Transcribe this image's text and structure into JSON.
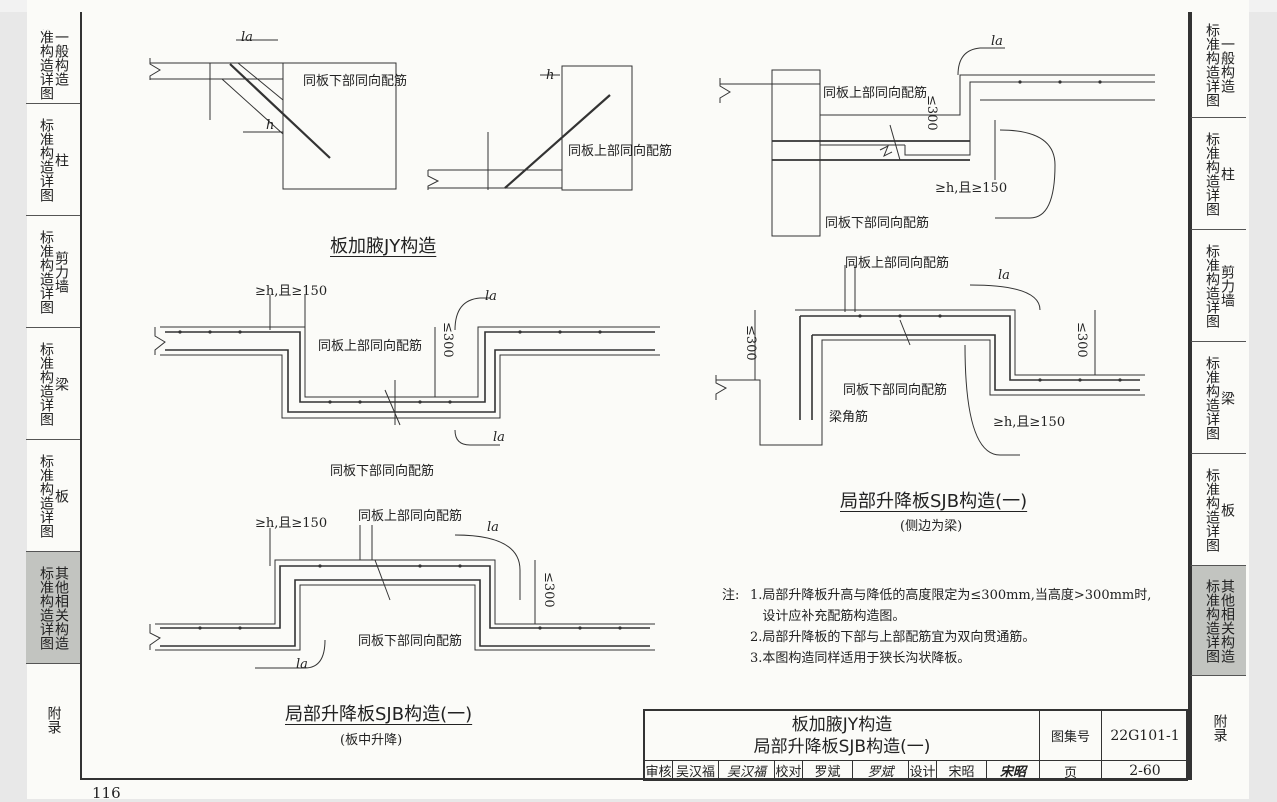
{
  "left_tabs": [
    {
      "col1": "标准构造详图",
      "col2": "一般构造",
      "active": false
    },
    {
      "col1": "标准构造详图",
      "col2": "柱",
      "active": false
    },
    {
      "col1": "标准构造详图",
      "col2": "剪力墙",
      "active": false
    },
    {
      "col1": "标准构造详图",
      "col2": "梁",
      "active": false
    },
    {
      "col1": "标准构造详图",
      "col2": "板",
      "active": false
    },
    {
      "col1": "标准构造详图",
      "col2": "其他相关构造",
      "active": true
    },
    {
      "col1": "",
      "col2": "附录",
      "active": false
    }
  ],
  "right_tabs": [
    {
      "col1": "标准构造详图",
      "col2": "一般构造",
      "active": false
    },
    {
      "col1": "标准构造详图",
      "col2": "柱",
      "active": false
    },
    {
      "col1": "标准构造详图",
      "col2": "剪力墙",
      "active": false
    },
    {
      "col1": "标准构造详图",
      "col2": "梁",
      "active": false
    },
    {
      "col1": "标准构造详图",
      "col2": "板",
      "active": false
    },
    {
      "col1": "标准构造详图",
      "col2": "其他相关构造",
      "active": true
    },
    {
      "col1": "",
      "col2": "附录",
      "active": false
    }
  ],
  "captions": {
    "jy": "板加腋JY构造",
    "sjb_mid": "局部升降板SJB构造(一)",
    "sjb_mid_sub": "(板中升降)",
    "sjb_side": "局部升降板SJB构造(一)",
    "sjb_side_sub": "(侧边为梁)"
  },
  "labels": {
    "same_bottom": "同板下部同向配筋",
    "same_top": "同板上部同向配筋",
    "beam_corner": "梁角筋",
    "ge_h_150": "≥h,且≥150",
    "le_300": "≤300",
    "la": "la",
    "h": "h"
  },
  "notes": {
    "prefix": "注:",
    "items": [
      "1.局部升降板升高与降低的高度限定为≤300mm,当高度>300mm时,",
      "   设计应补充配筋构造图。",
      "2.局部升降板的下部与上部配筋宜为双向贯通筋。",
      "3.本图构造同样适用于狭长沟状降板。"
    ]
  },
  "title_block": {
    "title_line1": "板加腋JY构造",
    "title_line2": "局部升降板SJB构造(一)",
    "atlas_label": "图集号",
    "atlas_no": "22G101-1",
    "page_label": "页",
    "page_no": "2-60",
    "review_label": "审核",
    "review_name": "吴汉福",
    "review_sign": "吴汉福",
    "check_label": "校对",
    "check_name": "罗斌",
    "check_sign": "罗斌",
    "design_label": "设计",
    "design_name": "宋昭",
    "design_sign": "宋昭"
  },
  "page_number": "116"
}
